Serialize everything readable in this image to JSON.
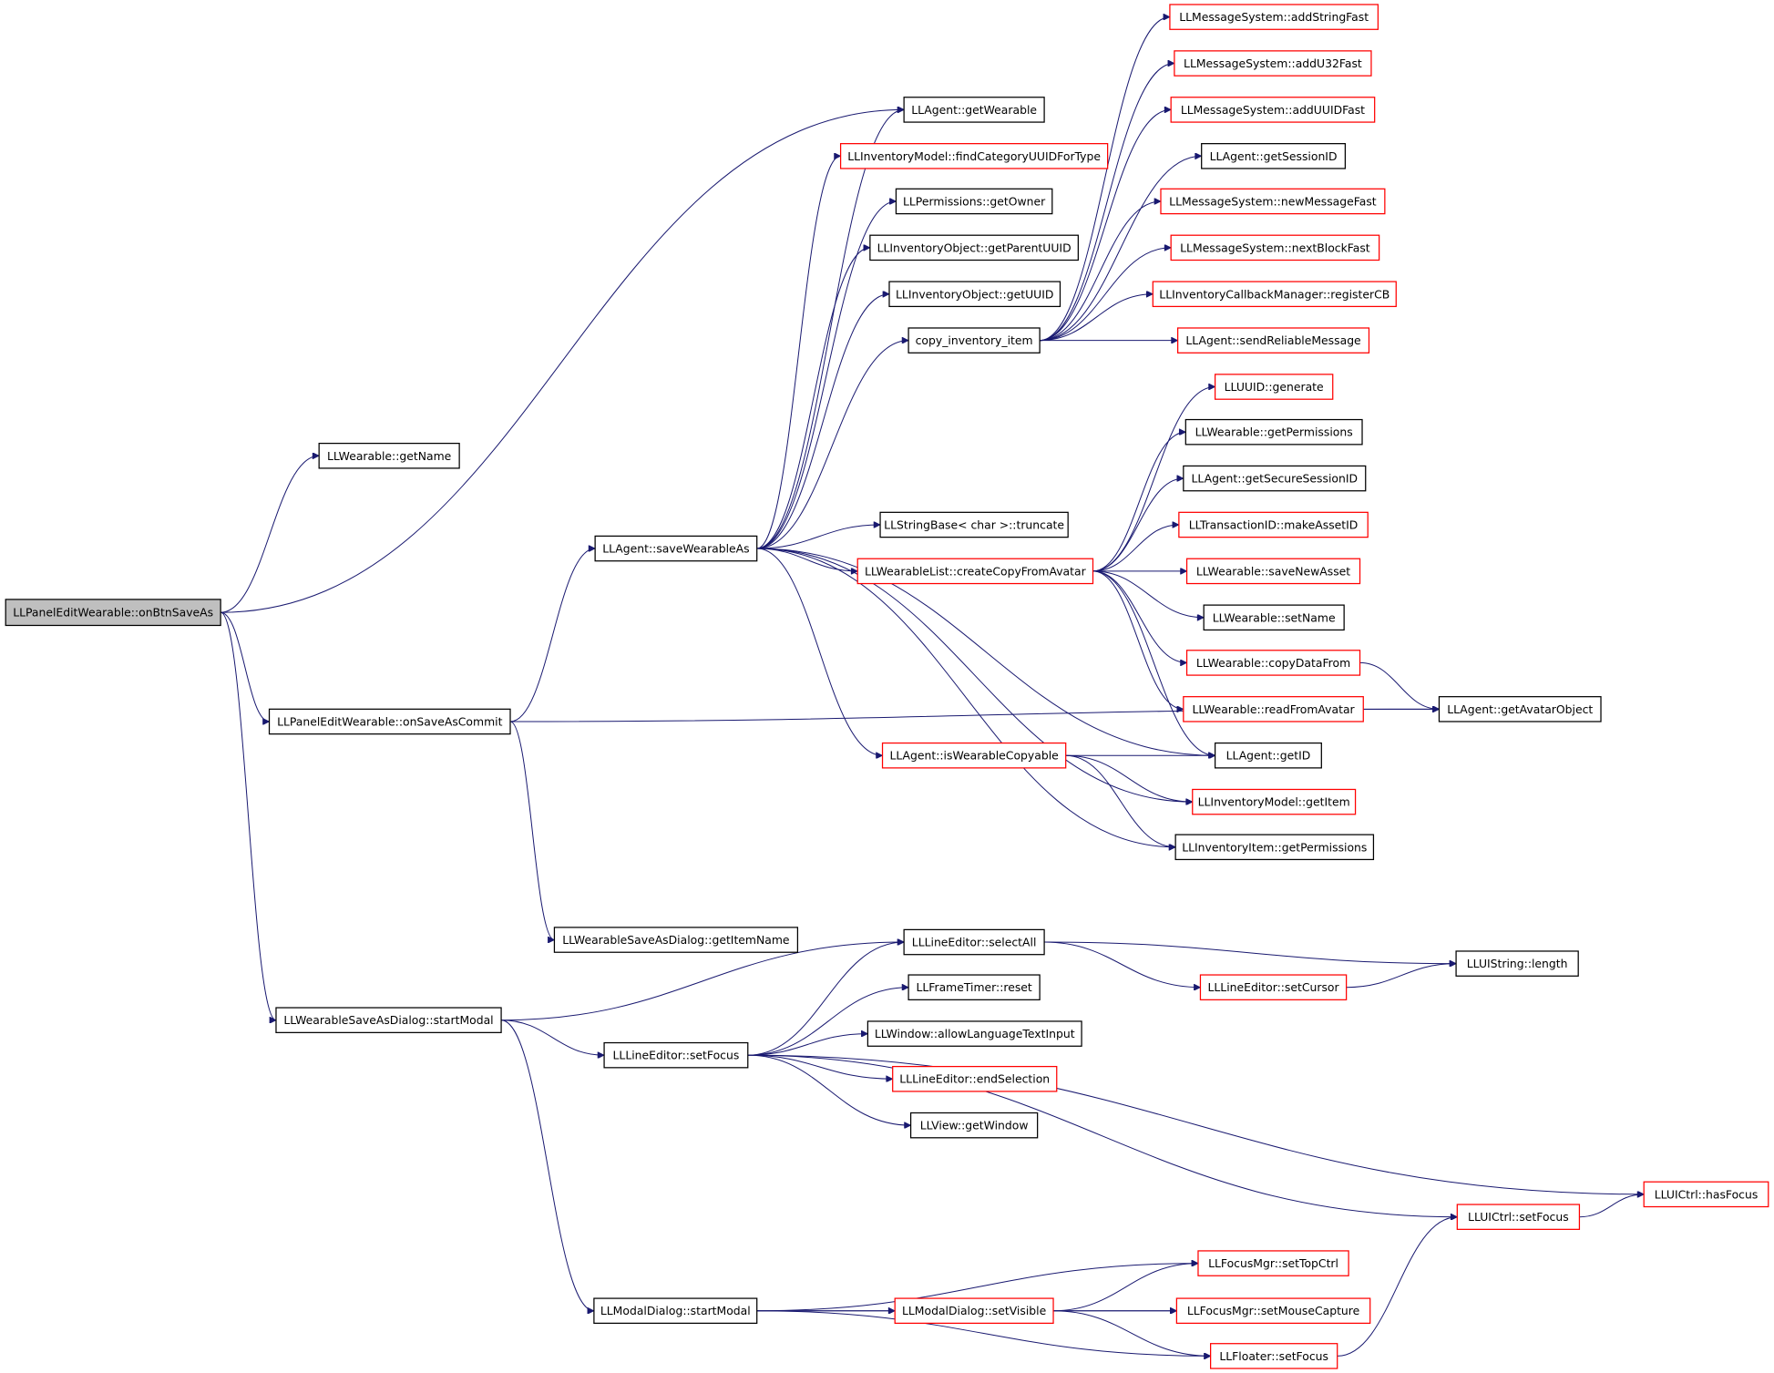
{
  "colors": {
    "edge": "#191970",
    "documented_border": "#000000",
    "undocumented_border": "#ff0000",
    "root_fill": "#bfbfbf",
    "node_fill": "#ffffff"
  },
  "nodes": [
    {
      "id": "root",
      "label": "LLPanelEditWearable::onBtnSaveAs",
      "style": "root"
    },
    {
      "id": "getName",
      "label": "LLWearable::getName",
      "style": "black"
    },
    {
      "id": "onSaveAsCommit",
      "label": "LLPanelEditWearable::onSaveAsCommit",
      "style": "black"
    },
    {
      "id": "startModalWS",
      "label": "LLWearableSaveAsDialog::startModal",
      "style": "black"
    },
    {
      "id": "saveWearableAs",
      "label": "LLAgent::saveWearableAs",
      "style": "black"
    },
    {
      "id": "getItemName",
      "label": "LLWearableSaveAsDialog::getItemName",
      "style": "black"
    },
    {
      "id": "setFocusLE",
      "label": "LLLineEditor::setFocus",
      "style": "black"
    },
    {
      "id": "startModalMD",
      "label": "LLModalDialog::startModal",
      "style": "black"
    },
    {
      "id": "getWearable",
      "label": "LLAgent::getWearable",
      "style": "black"
    },
    {
      "id": "findCat",
      "label": "LLInventoryModel::findCategoryUUIDForType",
      "style": "red"
    },
    {
      "id": "getOwner",
      "label": "LLPermissions::getOwner",
      "style": "black"
    },
    {
      "id": "getParentUUID",
      "label": "LLInventoryObject::getParentUUID",
      "style": "black"
    },
    {
      "id": "getUUID",
      "label": "LLInventoryObject::getUUID",
      "style": "black"
    },
    {
      "id": "copyInv",
      "label": "copy_inventory_item",
      "style": "black"
    },
    {
      "id": "truncate",
      "label": "LLStringBase< char >::truncate",
      "style": "black"
    },
    {
      "id": "createCopy",
      "label": "LLWearableList::createCopyFromAvatar",
      "style": "red"
    },
    {
      "id": "isCopyable",
      "label": "LLAgent::isWearableCopyable",
      "style": "red"
    },
    {
      "id": "selectAll",
      "label": "LLLineEditor::selectAll",
      "style": "black"
    },
    {
      "id": "reset",
      "label": "LLFrameTimer::reset",
      "style": "black"
    },
    {
      "id": "allowLang",
      "label": "LLWindow::allowLanguageTextInput",
      "style": "black"
    },
    {
      "id": "endSel",
      "label": "LLLineEditor::endSelection",
      "style": "red"
    },
    {
      "id": "getWindow",
      "label": "LLView::getWindow",
      "style": "black"
    },
    {
      "id": "setVisibleMD",
      "label": "LLModalDialog::setVisible",
      "style": "red"
    },
    {
      "id": "addStringFast",
      "label": "LLMessageSystem::addStringFast",
      "style": "red"
    },
    {
      "id": "addU32Fast",
      "label": "LLMessageSystem::addU32Fast",
      "style": "red"
    },
    {
      "id": "addUUIDFast",
      "label": "LLMessageSystem::addUUIDFast",
      "style": "red"
    },
    {
      "id": "getSessionID",
      "label": "LLAgent::getSessionID",
      "style": "black"
    },
    {
      "id": "newMessageFast",
      "label": "LLMessageSystem::newMessageFast",
      "style": "red"
    },
    {
      "id": "nextBlockFast",
      "label": "LLMessageSystem::nextBlockFast",
      "style": "red"
    },
    {
      "id": "registerCB",
      "label": "LLInventoryCallbackManager::registerCB",
      "style": "red"
    },
    {
      "id": "sendReliable",
      "label": "LLAgent::sendReliableMessage",
      "style": "red"
    },
    {
      "id": "generate",
      "label": "LLUUID::generate",
      "style": "red"
    },
    {
      "id": "getPermW",
      "label": "LLWearable::getPermissions",
      "style": "black"
    },
    {
      "id": "getSecureSID",
      "label": "LLAgent::getSecureSessionID",
      "style": "black"
    },
    {
      "id": "makeAssetID",
      "label": "LLTransactionID::makeAssetID",
      "style": "red"
    },
    {
      "id": "saveNewAsset",
      "label": "LLWearable::saveNewAsset",
      "style": "red"
    },
    {
      "id": "setNameW",
      "label": "LLWearable::setName",
      "style": "black"
    },
    {
      "id": "copyDataFrom",
      "label": "LLWearable::copyDataFrom",
      "style": "red"
    },
    {
      "id": "readFromAvatar",
      "label": "LLWearable::readFromAvatar",
      "style": "red"
    },
    {
      "id": "getID",
      "label": "LLAgent::getID",
      "style": "black"
    },
    {
      "id": "getItem",
      "label": "LLInventoryModel::getItem",
      "style": "red"
    },
    {
      "id": "getPermII",
      "label": "LLInventoryItem::getPermissions",
      "style": "black"
    },
    {
      "id": "setCursor",
      "label": "LLLineEditor::setCursor",
      "style": "red"
    },
    {
      "id": "setTopCtrl",
      "label": "LLFocusMgr::setTopCtrl",
      "style": "red"
    },
    {
      "id": "setMouseCapture",
      "label": "LLFocusMgr::setMouseCapture",
      "style": "red"
    },
    {
      "id": "floaterSetFocus",
      "label": "LLFloater::setFocus",
      "style": "red"
    },
    {
      "id": "getAvatarObject",
      "label": "LLAgent::getAvatarObject",
      "style": "black"
    },
    {
      "id": "uistringLength",
      "label": "LLUIString::length",
      "style": "black"
    },
    {
      "id": "uictrlSetFocus",
      "label": "LLUICtrl::setFocus",
      "style": "red"
    },
    {
      "id": "hasFocus",
      "label": "LLUICtrl::hasFocus",
      "style": "red"
    }
  ],
  "edges": [
    [
      "root",
      "getName"
    ],
    [
      "root",
      "getWearable"
    ],
    [
      "root",
      "onSaveAsCommit"
    ],
    [
      "root",
      "startModalWS"
    ],
    [
      "onSaveAsCommit",
      "saveWearableAs"
    ],
    [
      "onSaveAsCommit",
      "getItemName"
    ],
    [
      "onSaveAsCommit",
      "getAvatarObject"
    ],
    [
      "startModalWS",
      "selectAll"
    ],
    [
      "startModalWS",
      "setFocusLE"
    ],
    [
      "startModalWS",
      "startModalMD"
    ],
    [
      "saveWearableAs",
      "getWearable"
    ],
    [
      "saveWearableAs",
      "findCat"
    ],
    [
      "saveWearableAs",
      "getOwner"
    ],
    [
      "saveWearableAs",
      "getParentUUID"
    ],
    [
      "saveWearableAs",
      "getUUID"
    ],
    [
      "saveWearableAs",
      "copyInv"
    ],
    [
      "saveWearableAs",
      "truncate"
    ],
    [
      "saveWearableAs",
      "createCopy"
    ],
    [
      "saveWearableAs",
      "isCopyable"
    ],
    [
      "saveWearableAs",
      "getID"
    ],
    [
      "saveWearableAs",
      "getItem"
    ],
    [
      "saveWearableAs",
      "getPermII"
    ],
    [
      "copyInv",
      "addStringFast"
    ],
    [
      "copyInv",
      "addU32Fast"
    ],
    [
      "copyInv",
      "addUUIDFast"
    ],
    [
      "copyInv",
      "getSessionID"
    ],
    [
      "copyInv",
      "newMessageFast"
    ],
    [
      "copyInv",
      "nextBlockFast"
    ],
    [
      "copyInv",
      "registerCB"
    ],
    [
      "copyInv",
      "sendReliable"
    ],
    [
      "createCopy",
      "generate"
    ],
    [
      "createCopy",
      "getPermW"
    ],
    [
      "createCopy",
      "getSecureSID"
    ],
    [
      "createCopy",
      "makeAssetID"
    ],
    [
      "createCopy",
      "saveNewAsset"
    ],
    [
      "createCopy",
      "setNameW"
    ],
    [
      "createCopy",
      "copyDataFrom"
    ],
    [
      "createCopy",
      "readFromAvatar"
    ],
    [
      "createCopy",
      "getID"
    ],
    [
      "copyDataFrom",
      "getAvatarObject"
    ],
    [
      "readFromAvatar",
      "getAvatarObject"
    ],
    [
      "isCopyable",
      "getID"
    ],
    [
      "isCopyable",
      "getItem"
    ],
    [
      "isCopyable",
      "getPermII"
    ],
    [
      "selectAll",
      "uistringLength"
    ],
    [
      "selectAll",
      "setCursor"
    ],
    [
      "setCursor",
      "uistringLength"
    ],
    [
      "setFocusLE",
      "selectAll"
    ],
    [
      "setFocusLE",
      "reset"
    ],
    [
      "setFocusLE",
      "allowLang"
    ],
    [
      "setFocusLE",
      "endSel"
    ],
    [
      "setFocusLE",
      "getWindow"
    ],
    [
      "setFocusLE",
      "hasFocus"
    ],
    [
      "setFocusLE",
      "uictrlSetFocus"
    ],
    [
      "uictrlSetFocus",
      "hasFocus"
    ],
    [
      "startModalMD",
      "setTopCtrl"
    ],
    [
      "startModalMD",
      "setVisibleMD"
    ],
    [
      "startModalMD",
      "setMouseCapture"
    ],
    [
      "startModalMD",
      "floaterSetFocus"
    ],
    [
      "setVisibleMD",
      "setTopCtrl"
    ],
    [
      "setVisibleMD",
      "setMouseCapture"
    ],
    [
      "setVisibleMD",
      "floaterSetFocus"
    ],
    [
      "floaterSetFocus",
      "uictrlSetFocus"
    ]
  ]
}
